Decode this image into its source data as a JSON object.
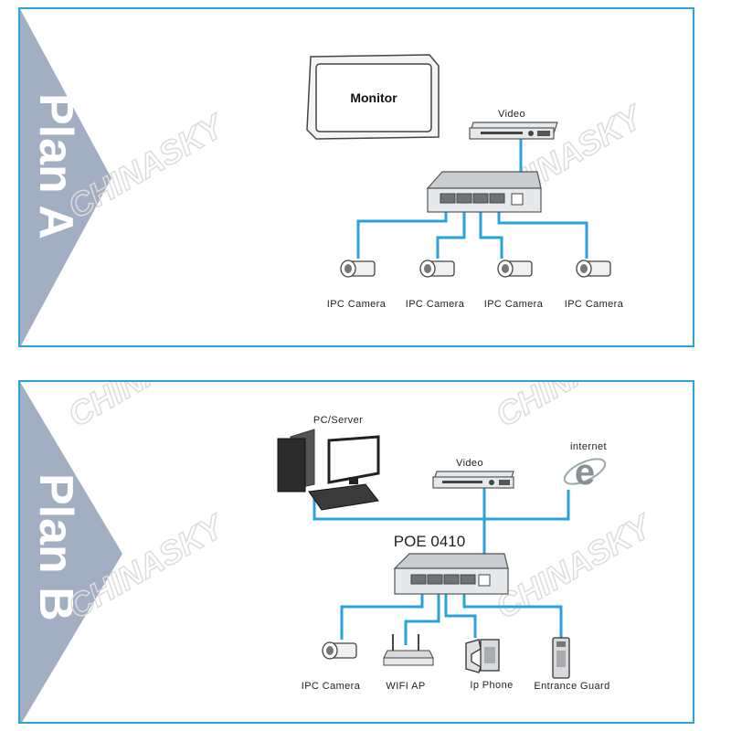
{
  "watermark": "CHINASKY",
  "plan_a": {
    "title": "Plan A",
    "monitor_label": "Monitor",
    "video_label": "Video",
    "cameras": [
      "IPC  Camera",
      "IPC  Camera",
      "IPC  Camera",
      "IPC  Camera"
    ]
  },
  "plan_b": {
    "title": "Plan B",
    "pc_label": "PC/Server",
    "video_label": "Video",
    "internet_label": "internet",
    "switch_label": "POE 0410",
    "devices": [
      "IPC  Camera",
      "WIFI AP",
      "Ip Phone",
      "Entrance Guard"
    ]
  },
  "colors": {
    "frame": "#29a3d9",
    "wire": "#29a3d9",
    "arrow": "#a2aec1"
  }
}
